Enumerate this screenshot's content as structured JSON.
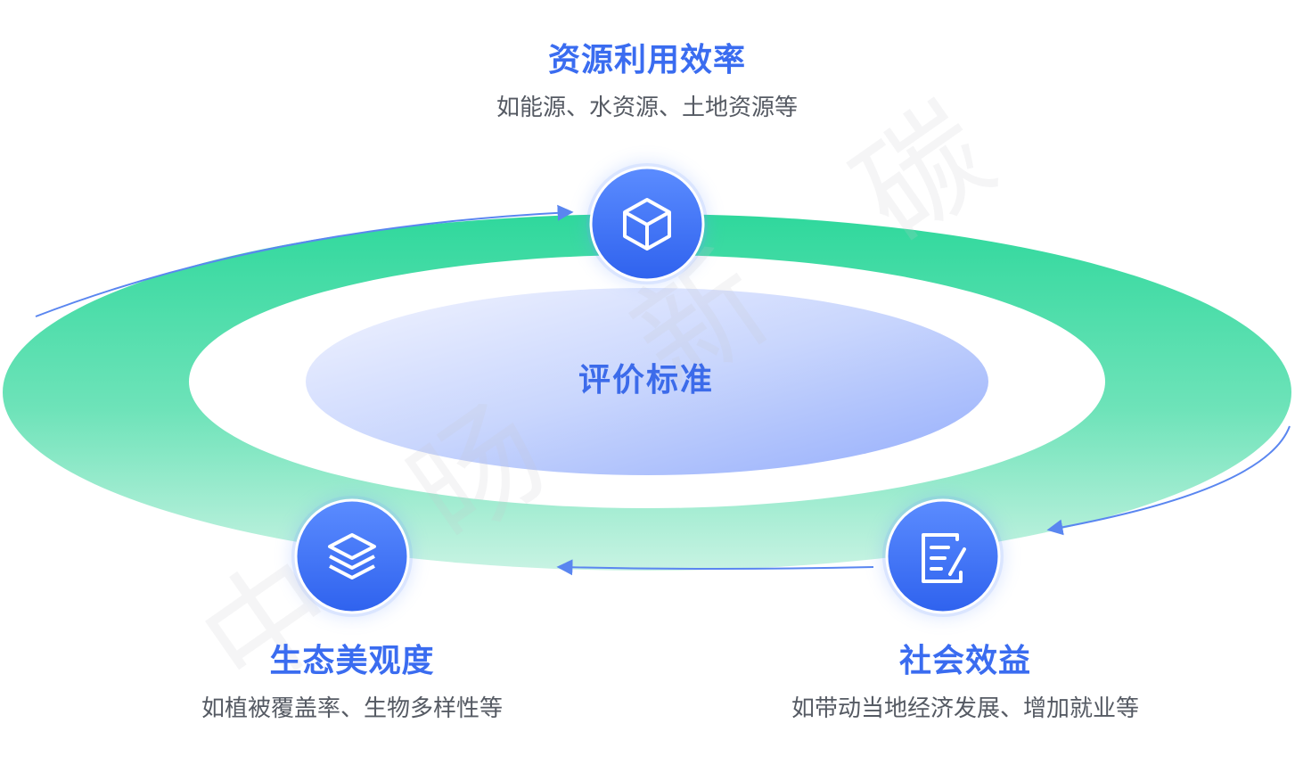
{
  "center": {
    "label": "评价标准"
  },
  "nodes": [
    {
      "id": "resource",
      "icon": "cube-icon",
      "title": "资源利用效率",
      "desc": "如能源、水资源、土地资源等"
    },
    {
      "id": "ecology",
      "icon": "layers-icon",
      "title": "生态美观度",
      "desc": "如植被覆盖率、生物多样性等"
    },
    {
      "id": "social",
      "icon": "document-edit-icon",
      "title": "社会效益",
      "desc": "如带动当地经济发展、增加就业等"
    }
  ],
  "watermark": [
    "中",
    "旸",
    "新",
    "碳"
  ],
  "colors": {
    "accent": "#3a6cf0",
    "ring_top": "#33d9a0",
    "ring_bottom": "#c2f2e0",
    "inner_ellipse_left": "#eef1ff",
    "inner_ellipse_right": "#9fb6ff",
    "arrow": "#5a86f0"
  }
}
